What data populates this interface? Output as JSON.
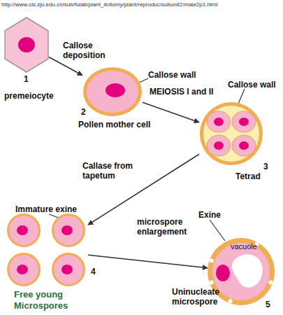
{
  "diagram": {
    "nodes": [
      {
        "text": [
          "1",
          "premeiocyte"
        ]
      },
      {
        "text": [
          "2",
          "Pollen mother cell"
        ]
      },
      {
        "text": [
          "3",
          "Tetrad"
        ]
      },
      {
        "text": [
          "4",
          "Free young Microspores"
        ]
      },
      {
        "text": [
          "5",
          "Uninucleate microspore"
        ]
      }
    ],
    "edges": [
      {
        "from": 0,
        "to": 1,
        "label": "Callose deposition",
        "arrow": "to"
      },
      {
        "from": 1,
        "to": 2,
        "label": "MEIOSIS I and II",
        "arrow": "to"
      },
      {
        "from": 2,
        "to": 3,
        "label": "Callase from tapetum",
        "arrow": "to"
      },
      {
        "from": 3,
        "to": 4,
        "label": "microspore enlargement",
        "arrow": "to"
      }
    ],
    "labels": [
      "http://www.cls.zju.edu.cn/sub/fulab/plant_Antomy/plant/reproduc/subunit2/male2p1.html",
      "Callose wall",
      "Callose wall",
      "Immature exine",
      "Exine",
      "vacuole"
    ]
  }
}
